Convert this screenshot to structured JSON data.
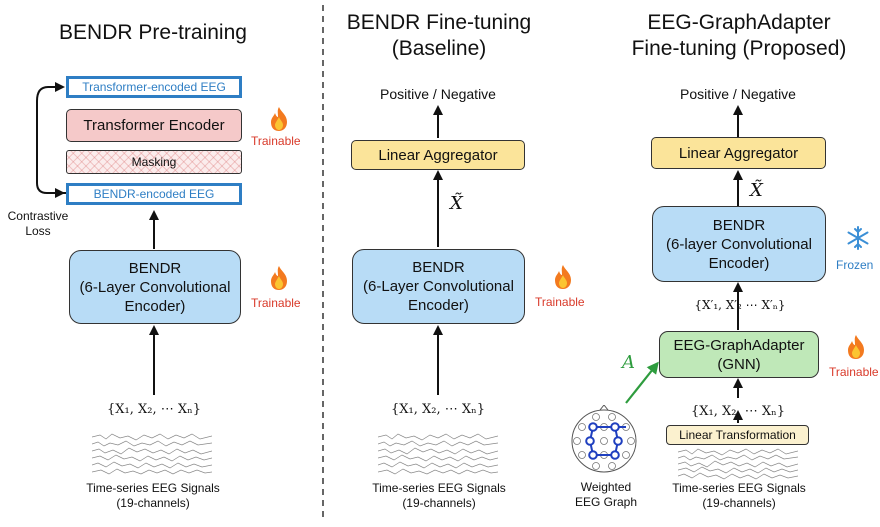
{
  "panels": {
    "pretrain": {
      "title": "BENDR Pre-training",
      "transformer_encoded": "Transformer-encoded EEG",
      "transformer_encoder": "Transformer Encoder",
      "masking": "Masking",
      "bendr_encoded": "BENDR-encoded EEG",
      "contrastive_loss": "Contrastive\nLoss",
      "bendr_box": "BENDR\n(6-Layer Convolutional\nEncoder)",
      "trainable_top": "Trainable",
      "trainable_bottom": "Trainable",
      "input_math": "{X₁, X₂, ⋯ Xₙ}",
      "signal_caption": "Time-series EEG Signals\n(19-channels)"
    },
    "baseline": {
      "title": "BENDR Fine-tuning\n(Baseline)",
      "output": "Positive / Negative",
      "aggregator": "Linear Aggregator",
      "x_tilde": "X̃",
      "bendr_box": "BENDR\n(6-Layer Convolutional\nEncoder)",
      "trainable": "Trainable",
      "input_math": "{X₁, X₂, ⋯ Xₙ}",
      "signal_caption": "Time-series EEG Signals\n(19-channels)"
    },
    "proposed": {
      "title": "EEG-GraphAdapter\nFine-tuning (Proposed)",
      "output": "Positive / Negative",
      "aggregator": "Linear Aggregator",
      "x_tilde": "X̃",
      "bendr_box": "BENDR\n(6-layer Convolutional\nEncoder)",
      "frozen": "Frozen",
      "adapter_math": "{X′₁, X′₂ ⋯ X′ₙ}",
      "adapter_box": "EEG-GraphAdapter\n(GNN)",
      "trainable": "Trainable",
      "a_label": "A",
      "input_math": "{X₁, X₂, ⋯ Xₙ}",
      "linear_transform": "Linear Transformation",
      "graph_caption": "Weighted\nEEG Graph",
      "signal_caption": "Time-series EEG Signals\n(19-channels)"
    }
  },
  "icons": {
    "flame": "fire-icon",
    "snowflake": "snowflake-icon",
    "brain_graph": "eeg-graph-icon"
  },
  "colors": {
    "blue_box": "#b8dcf6",
    "yellow_box": "#fbe49a",
    "green_box": "#bfe8b8",
    "pink_box": "#f5c9c9",
    "accent_blue": "#2e7ec4",
    "trainable_red": "#d93a2a",
    "arrow_green": "#2e9c3e"
  }
}
